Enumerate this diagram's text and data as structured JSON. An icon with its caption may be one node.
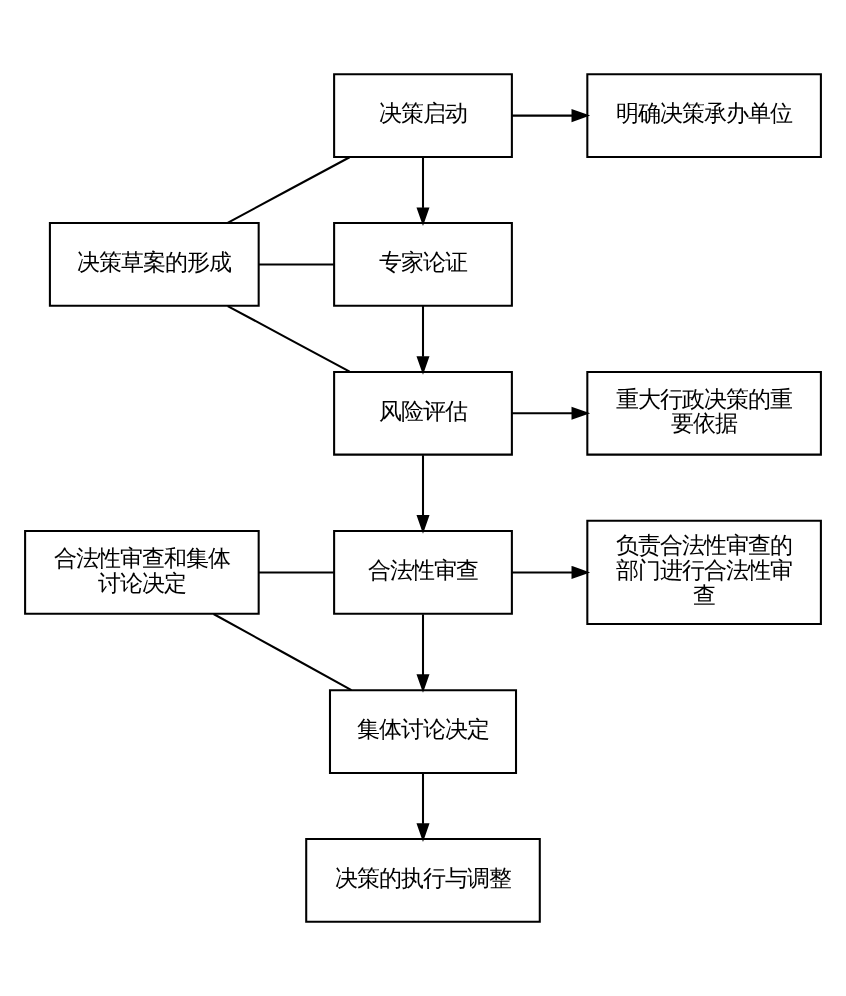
{
  "diagram": {
    "nodes": [
      {
        "text": [
          "决策草案的形成"
        ]
      },
      {
        "text": [
          "决策启动"
        ]
      },
      {
        "text": [
          "明确决策承办单位"
        ]
      },
      {
        "text": [
          "专家论证"
        ]
      },
      {
        "text": [
          "风险评估"
        ]
      },
      {
        "text": [
          "重大行政决策的重要依据"
        ]
      },
      {
        "text": [
          "合法性审查和集体讨论决定"
        ]
      },
      {
        "text": [
          "合法性审查"
        ]
      },
      {
        "text": [
          "负责合法性审查的部门进行合法性审查"
        ]
      },
      {
        "text": [
          "集体讨论决定"
        ]
      },
      {
        "text": [
          "决策的执行与调整"
        ]
      }
    ],
    "edges": [
      {
        "from": 1,
        "to": 2,
        "arrow": "to"
      },
      {
        "from": 1,
        "to": 3,
        "arrow": "to"
      },
      {
        "from": 3,
        "to": 4,
        "arrow": "to"
      },
      {
        "from": 4,
        "to": 5,
        "arrow": "to"
      },
      {
        "from": 4,
        "to": 7,
        "arrow": "to"
      },
      {
        "from": 7,
        "to": 8,
        "arrow": "to"
      },
      {
        "from": 7,
        "to": 9,
        "arrow": "to"
      },
      {
        "from": 9,
        "to": 10,
        "arrow": "to"
      },
      {
        "from": 0,
        "to": 1,
        "arrow": "none"
      },
      {
        "from": 0,
        "to": 3,
        "arrow": "none"
      },
      {
        "from": 0,
        "to": 4,
        "arrow": "none"
      },
      {
        "from": 6,
        "to": 7,
        "arrow": "none"
      },
      {
        "from": 6,
        "to": 9,
        "arrow": "none"
      }
    ]
  }
}
